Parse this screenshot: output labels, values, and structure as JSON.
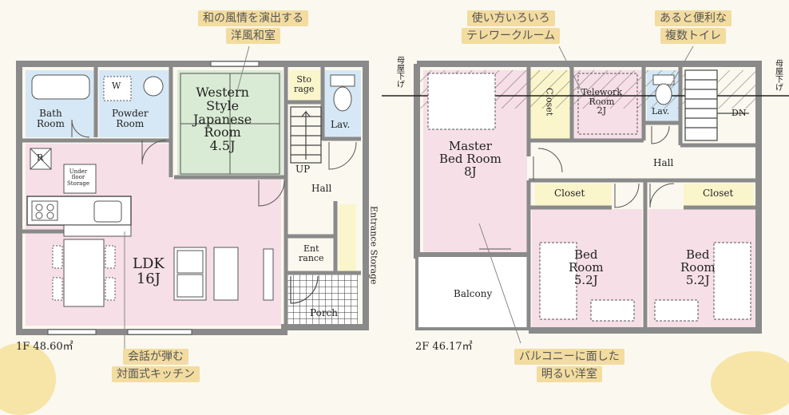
{
  "floor1": {
    "area": "1F 48.60㎡",
    "rooms": {
      "bath": [
        "Bath",
        "Room"
      ],
      "powder": [
        "Powder",
        "Room"
      ],
      "w_mark": "W",
      "western": [
        "Western",
        "Style",
        "Japanese",
        "Room",
        "4.5J"
      ],
      "storage": [
        "Sto",
        "rage"
      ],
      "lav": "Lav.",
      "r_mark": "R",
      "underfloor": [
        "Under",
        "floor",
        "Storage"
      ],
      "ldk": [
        "LDK",
        "16J"
      ],
      "up": "UP",
      "hall": "Hall",
      "entrance": [
        "Ent",
        "rance"
      ],
      "entrance_storage": "Entrance Storage",
      "porch": "Porch"
    }
  },
  "floor2": {
    "area": "2F 46.17㎡",
    "rooms": {
      "roof_left": "母屋下げ",
      "roof_right": "母屋下げ",
      "closet_top": "Closet",
      "master": [
        "Master",
        "Bed Room",
        "8J"
      ],
      "telework": [
        "Telework",
        "Room",
        "2J"
      ],
      "lav": "Lav.",
      "dn": "DN",
      "hall": "Hall",
      "closet1": "Closet",
      "closet2": "Closet",
      "bed1": [
        "Bed",
        "Room",
        "5.2J"
      ],
      "bed2": [
        "Bed",
        "Room",
        "5.2J"
      ],
      "balcony": "Balcony"
    }
  },
  "callouts": {
    "japanese_room": [
      "和の風情を演出する",
      "洋風和室"
    ],
    "telework": [
      "使い方いろいろ",
      "テレワークルーム"
    ],
    "toilet": [
      "あると便利な",
      "複数トイレ"
    ],
    "kitchen": [
      "会話が弾む",
      "対面式キッチン"
    ],
    "western_room": [
      "バルコニーに面した",
      "明るい洋室"
    ]
  },
  "colors": {
    "wall": "#8a8a8a",
    "ldk_pink": "#f6dfe6",
    "wet_blue": "#d6e8f5",
    "tatami_green": "#d9ebd4",
    "storage_yellow": "#fbf5cc",
    "callout_bg": "#f3dca0"
  }
}
